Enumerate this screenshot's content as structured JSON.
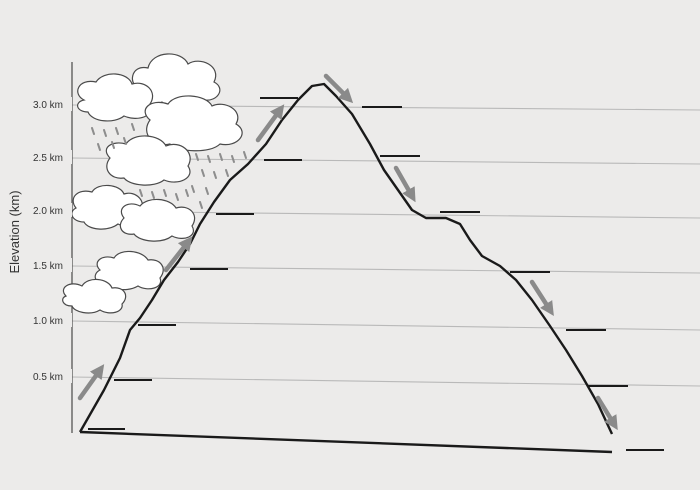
{
  "diagram": {
    "axis_title": "Elevation (km)",
    "elevation_levels": [
      {
        "label": "0.5 km",
        "value": 0.5
      },
      {
        "label": "1.0 km",
        "value": 1.0
      },
      {
        "label": "1.5 km",
        "value": 1.5
      },
      {
        "label": "2.0 km",
        "value": 2.0
      },
      {
        "label": "2.5 km",
        "value": 2.5
      },
      {
        "label": "3.0 km",
        "value": 3.0
      }
    ],
    "colors": {
      "background": "#ecebea",
      "gridline": "#b9b9b9",
      "mountain": "#1a1a1a",
      "arrow": "#8a8a8a",
      "cloud": "#ffffff",
      "rain": "#8d8d8d"
    }
  }
}
